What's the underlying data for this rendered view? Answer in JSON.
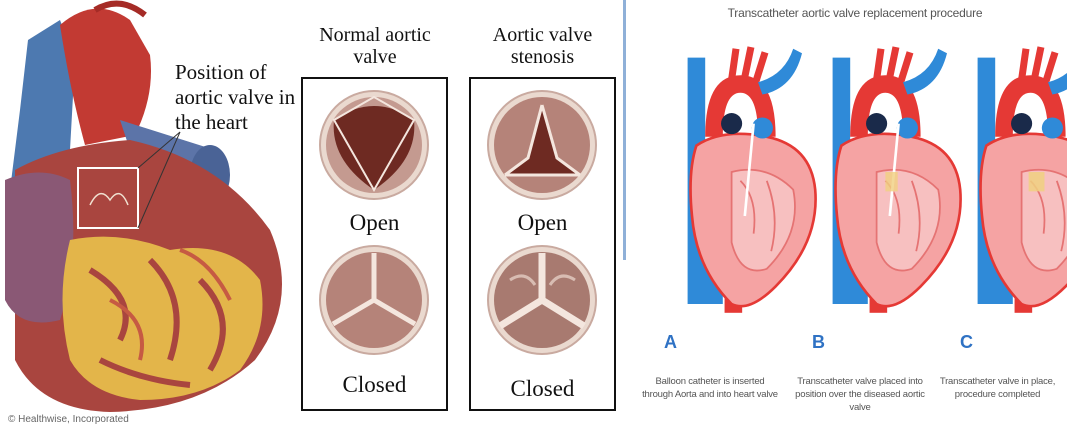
{
  "left_panel": {
    "heart_label": "Position of aortic valve in the heart",
    "copyright": "© Healthwise, Incorporated",
    "normal": {
      "title": "Normal aortic valve",
      "open_label": "Open",
      "closed_label": "Closed"
    },
    "stenosis": {
      "title": "Aortic valve stenosis",
      "open_label": "Open",
      "closed_label": "Closed"
    }
  },
  "right_panel": {
    "title": "Transcatheter aortic valve replacement procedure",
    "steps": [
      {
        "letter": "A",
        "caption": "Balloon catheter is inserted through Aorta and into heart valve"
      },
      {
        "letter": "B",
        "caption": "Transcatheter valve placed into position over the diseased aortic valve"
      },
      {
        "letter": "C",
        "caption": "Transcatheter valve in place, procedure completed"
      }
    ]
  },
  "colors": {
    "heart_red": "#c0392b",
    "heart_muscle": "#b54b45",
    "fat_yellow": "#e3b54a",
    "vein_blue": "#4d79b0",
    "valve_bg": "#ead9cf",
    "valve_dark": "#6e2a22",
    "divider_blue": "#8fb0d8",
    "tavr_blue": "#2f8ad8",
    "tavr_red": "#e53935",
    "tavr_pink": "#f5a3a3",
    "letter_blue": "#2f72c4"
  }
}
